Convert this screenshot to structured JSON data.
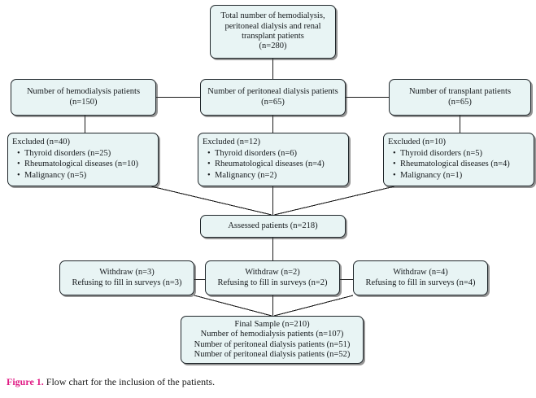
{
  "figure": {
    "label": "Figure 1.",
    "caption": " Flow chart for the inclusion of the patients.",
    "label_color": "#e01b84"
  },
  "style": {
    "node_fill": "#e8f4f4",
    "node_border": "#20272b",
    "connector_color": "#1a1a1a",
    "page_background": "#ffffff"
  },
  "chart_data": {
    "type": "diagram",
    "subtype": "flowchart",
    "title": "Flow chart for the inclusion of the patients",
    "nodes": [
      {
        "id": "total",
        "lines": [
          "Total number of hemodialysis,",
          "peritoneal dialysis and renal",
          "transplant patients",
          "(n=280)"
        ],
        "value": 280
      },
      {
        "id": "hemodialysis",
        "lines": [
          "Number of hemodialysis patients",
          "(n=150)"
        ],
        "value": 150
      },
      {
        "id": "peritoneal",
        "lines": [
          "Number of peritoneal dialysis patients",
          "(n=65)"
        ],
        "value": 65
      },
      {
        "id": "transplant",
        "lines": [
          "Number of transplant patients",
          "(n=65)"
        ],
        "value": 65
      },
      {
        "id": "excluded-hd",
        "heading": "Excluded (n=40)",
        "value": 40,
        "bullets": [
          "Thyroid disorders (n=25)",
          "Rheumatological diseases (n=10)",
          "Malignancy (n=5)"
        ]
      },
      {
        "id": "excluded-pd",
        "heading": "Excluded (n=12)",
        "value": 12,
        "bullets": [
          "Thyroid disorders (n=6)",
          "Rheumatological diseases (n=4)",
          "Malignancy (n=2)"
        ]
      },
      {
        "id": "excluded-tx",
        "heading": "Excluded (n=10)",
        "value": 10,
        "bullets": [
          "Thyroid disorders (n=5)",
          "Rheumatological diseases (n=4)",
          "Malignancy (n=1)"
        ]
      },
      {
        "id": "assessed",
        "lines": [
          "Assessed patients (n=218)"
        ],
        "value": 218
      },
      {
        "id": "withdraw-hd",
        "lines": [
          "Withdraw (n=3)",
          "Refusing to fill in surveys (n=3)"
        ],
        "value": 3
      },
      {
        "id": "withdraw-pd",
        "lines": [
          "Withdraw (n=2)",
          "Refusing to fill in surveys (n=2)"
        ],
        "value": 2
      },
      {
        "id": "withdraw-tx",
        "lines": [
          "Withdraw (n=4)",
          "Refusing to fill in surveys (n=4)"
        ],
        "value": 4
      },
      {
        "id": "final",
        "lines": [
          "Final Sample (n=210)",
          "Number of hemodialysis patients (n=107)",
          "Number of peritoneal dialysis patients (n=51)",
          "Number of peritoneal dialysis patients (n=52)"
        ],
        "value": 210
      }
    ],
    "edges": [
      {
        "from": "total",
        "to": "peritoneal"
      },
      {
        "from": "hemodialysis",
        "to": "peritoneal"
      },
      {
        "from": "peritoneal",
        "to": "transplant"
      },
      {
        "from": "hemodialysis",
        "to": "excluded-hd"
      },
      {
        "from": "peritoneal",
        "to": "excluded-pd"
      },
      {
        "from": "transplant",
        "to": "excluded-tx"
      },
      {
        "from": "excluded-hd",
        "to": "assessed"
      },
      {
        "from": "excluded-pd",
        "to": "assessed"
      },
      {
        "from": "excluded-tx",
        "to": "assessed"
      },
      {
        "from": "assessed",
        "to": "withdraw-pd"
      },
      {
        "from": "withdraw-hd",
        "to": "withdraw-pd"
      },
      {
        "from": "withdraw-pd",
        "to": "withdraw-tx"
      },
      {
        "from": "withdraw-hd",
        "to": "final"
      },
      {
        "from": "withdraw-pd",
        "to": "final"
      },
      {
        "from": "withdraw-tx",
        "to": "final"
      }
    ]
  },
  "nodes": {
    "total": {
      "l0": "Total number of hemodialysis,",
      "l1": "peritoneal dialysis and renal",
      "l2": "transplant patients",
      "l3": "(n=280)"
    },
    "hemodialysis": {
      "l0": "Number of hemodialysis patients",
      "l1": "(n=150)"
    },
    "peritoneal": {
      "l0": "Number of peritoneal dialysis patients",
      "l1": "(n=65)"
    },
    "transplant": {
      "l0": "Number of transplant patients",
      "l1": "(n=65)"
    },
    "excluded_hd": {
      "heading": "Excluded (n=40)",
      "b0": "Thyroid disorders (n=25)",
      "b1": "Rheumatological diseases (n=10)",
      "b2": "Malignancy (n=5)"
    },
    "excluded_pd": {
      "heading": "Excluded (n=12)",
      "b0": "Thyroid disorders (n=6)",
      "b1": "Rheumatological diseases (n=4)",
      "b2": "Malignancy (n=2)"
    },
    "excluded_tx": {
      "heading": "Excluded (n=10)",
      "b0": "Thyroid disorders (n=5)",
      "b1": "Rheumatological diseases (n=4)",
      "b2": "Malignancy (n=1)"
    },
    "assessed": {
      "l0": "Assessed patients (n=218)"
    },
    "withdraw_hd": {
      "l0": "Withdraw (n=3)",
      "l1": "Refusing to fill in surveys (n=3)"
    },
    "withdraw_pd": {
      "l0": "Withdraw (n=2)",
      "l1": "Refusing to fill in surveys (n=2)"
    },
    "withdraw_tx": {
      "l0": "Withdraw (n=4)",
      "l1": "Refusing to fill in surveys (n=4)"
    },
    "final": {
      "l0": "Final Sample (n=210)",
      "l1": "Number of hemodialysis patients (n=107)",
      "l2": "Number of peritoneal dialysis patients (n=51)",
      "l3": "Number of peritoneal dialysis patients (n=52)"
    }
  }
}
